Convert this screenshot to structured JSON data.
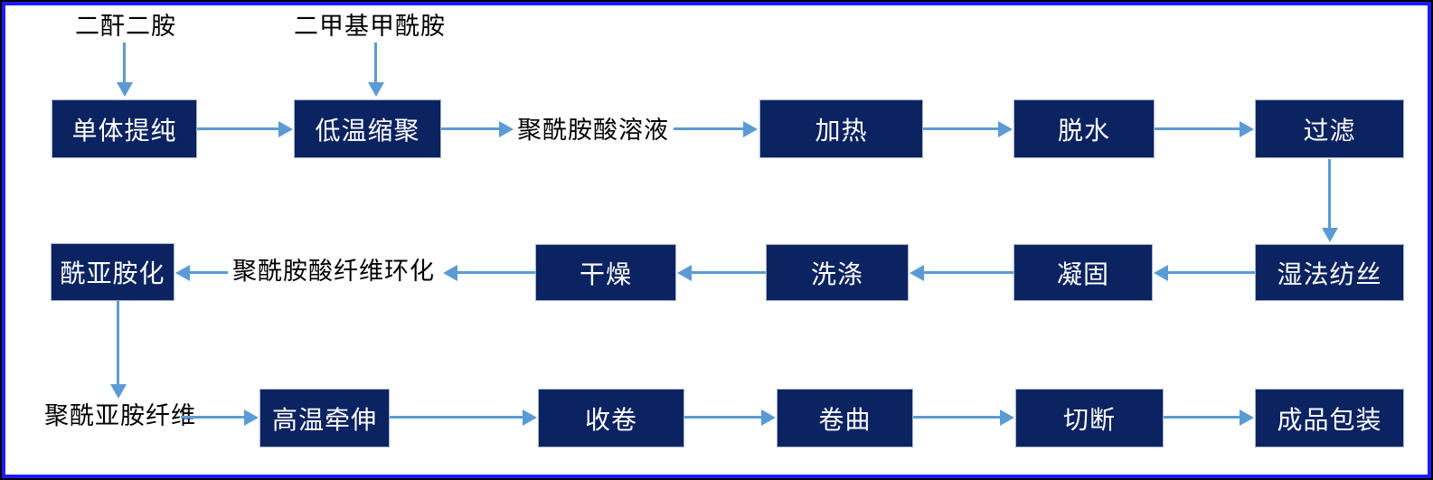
{
  "colors": {
    "canvas_bg": "#ffffff",
    "frame_outer": "#000000",
    "frame_inner": "#1b1bff",
    "box_fill": "#0c2361",
    "box_border": "#a6b3cc",
    "box_text": "#ffffff",
    "label_text": "#000000",
    "arrow": "#5b9bd5"
  },
  "flow": {
    "inputs": [
      "二酐二胺",
      "二甲基甲酰胺"
    ],
    "stage1": [
      "单体提纯",
      "低温缩聚",
      "加热",
      "脱水",
      "过滤"
    ],
    "stage1_label": "聚酰胺酸溶液",
    "stage2": [
      "湿法纺丝",
      "凝固",
      "洗涤",
      "干燥",
      "酰亚胺化"
    ],
    "stage2_label": "聚酰胺酸纤维环化",
    "stage3": [
      "高温牵伸",
      "收卷",
      "卷曲",
      "切断",
      "成品包装"
    ],
    "stage3_label": "聚酰亚胺纤维"
  }
}
